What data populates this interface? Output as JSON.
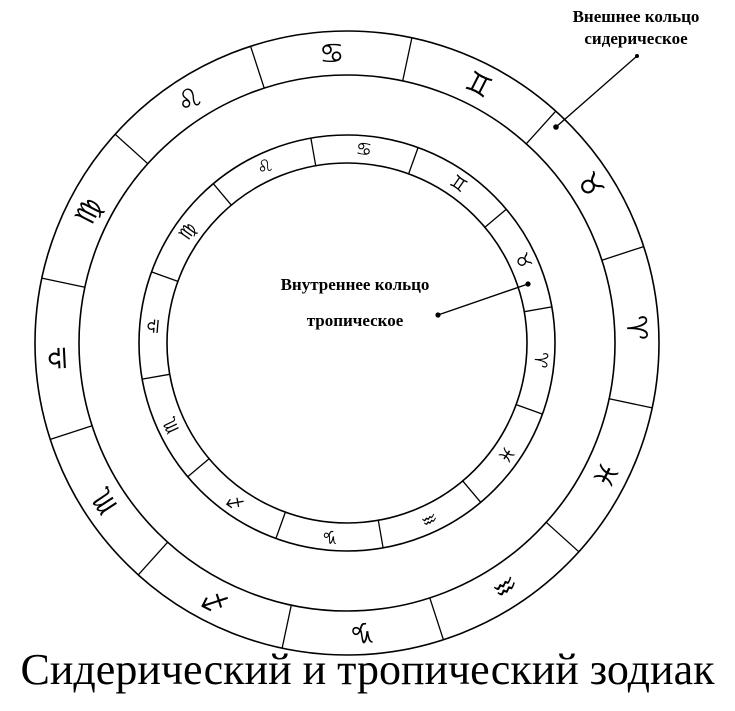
{
  "diagram": {
    "title": "Сидерический и тропический зодиак",
    "outer_ring": {
      "label_line1": "Внешнее кольцо",
      "label_line2": "сидерическое",
      "signs": [
        "♉",
        "♈",
        "♓",
        "♒",
        "♑",
        "♐",
        "♏",
        "♎",
        "♍",
        "♌",
        "♋",
        "♊"
      ]
    },
    "inner_ring": {
      "label_line1": "Внутреннее кольцо",
      "label_line2": "тропическое",
      "signs": [
        "♊",
        "♉",
        "♈",
        "♓",
        "♒",
        "♑",
        "♐",
        "♏",
        "♎",
        "♍",
        "♌",
        "♋"
      ]
    },
    "colors": {
      "ink": "#000000",
      "background": "#ffffff"
    }
  }
}
